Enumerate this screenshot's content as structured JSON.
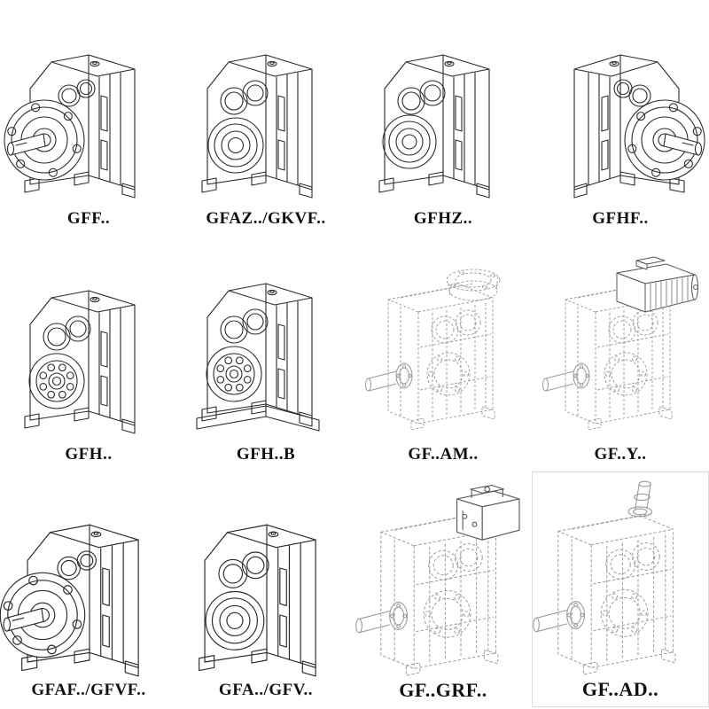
{
  "catalog": {
    "items": [
      {
        "label": "GFF..",
        "variant": "flange-b5-output",
        "line_style": "solid"
      },
      {
        "label": "GFAZ../GKVF..",
        "variant": "hollow-shaft",
        "line_style": "solid"
      },
      {
        "label": "GFHZ..",
        "variant": "hollow-shaft-alt",
        "line_style": "solid"
      },
      {
        "label": "GFHF..",
        "variant": "flange-right",
        "line_style": "solid"
      },
      {
        "label": "GFH..",
        "variant": "hollow-bearing",
        "line_style": "solid"
      },
      {
        "label": "GFH..B",
        "variant": "hollow-bearing-base",
        "line_style": "solid"
      },
      {
        "label": "GF..AM..",
        "variant": "adapter-flange-top",
        "line_style": "dashed"
      },
      {
        "label": "GF..Y..",
        "variant": "motor-top",
        "line_style": "dashed"
      },
      {
        "label": "GFAF../GFVF..",
        "variant": "flange-tall",
        "line_style": "solid"
      },
      {
        "label": "GFA../GFV..",
        "variant": "hollow-tall",
        "line_style": "solid"
      },
      {
        "label": "GF..GRF..",
        "variant": "adapter-box-top",
        "line_style": "dashed"
      },
      {
        "label": "GF..AD..",
        "variant": "adapter-shaft-top",
        "line_style": "dashed"
      }
    ],
    "colors": {
      "line_solid": "#2b2b2b",
      "line_dashed": "#9a9a9a",
      "attachment": "#555555",
      "background": "#ffffff",
      "label_text": "#111111"
    }
  }
}
